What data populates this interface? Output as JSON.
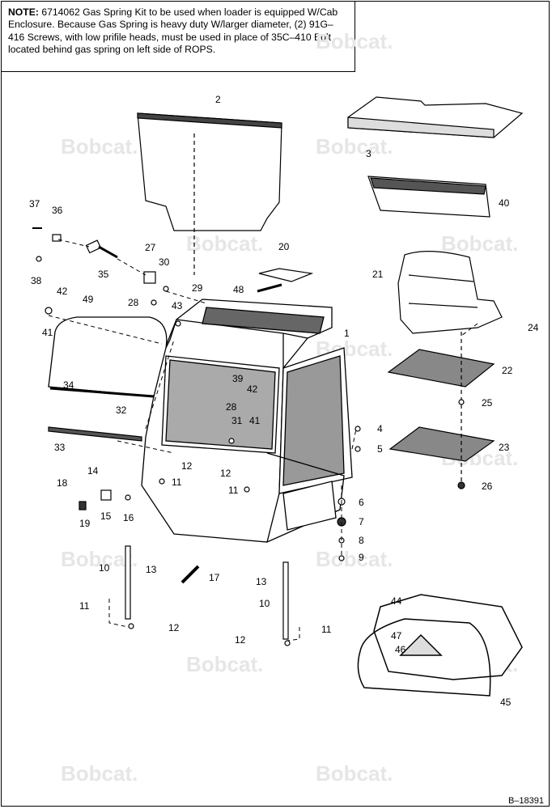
{
  "note": {
    "heading": "NOTE:",
    "text": "6714062 Gas Spring Kit to be used when loader is equipped W/Cab Enclosure. Because Gas Spring is heavy duty W/larger diameter, (2) 91G–416 Screws, with low prifile heads, must be used in place of 35C–410 Bolt located behind gas spring on left side of ROPS."
  },
  "watermark": "Bobcat.",
  "doc_number": "B–18391",
  "callouts": [
    "1",
    "2",
    "3",
    "4",
    "5",
    "6",
    "7",
    "8",
    "9",
    "10",
    "10",
    "11",
    "11",
    "11",
    "11",
    "12",
    "12",
    "12",
    "12",
    "13",
    "13",
    "14",
    "15",
    "16",
    "17",
    "18",
    "19",
    "20",
    "21",
    "22",
    "23",
    "24",
    "25",
    "26",
    "27",
    "28",
    "28",
    "29",
    "30",
    "31",
    "32",
    "33",
    "34",
    "35",
    "36",
    "37",
    "38",
    "39",
    "40",
    "41",
    "41",
    "42",
    "42",
    "43",
    "44",
    "45",
    "46",
    "47",
    "48",
    "49"
  ]
}
